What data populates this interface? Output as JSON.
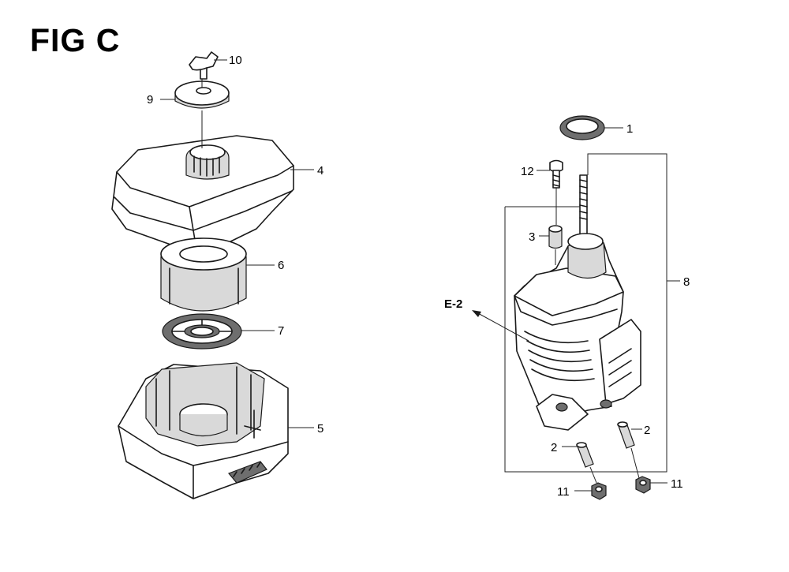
{
  "figure": {
    "title": "FIG C"
  },
  "callouts": {
    "c1": "1",
    "c2a": "2",
    "c2b": "2",
    "c3": "3",
    "c4": "4",
    "c5": "5",
    "c6": "6",
    "c7": "7",
    "c8": "8",
    "c9": "9",
    "c10": "10",
    "c11a": "11",
    "c11b": "11",
    "c12": "12"
  },
  "reference": {
    "e2": "E-2"
  }
}
